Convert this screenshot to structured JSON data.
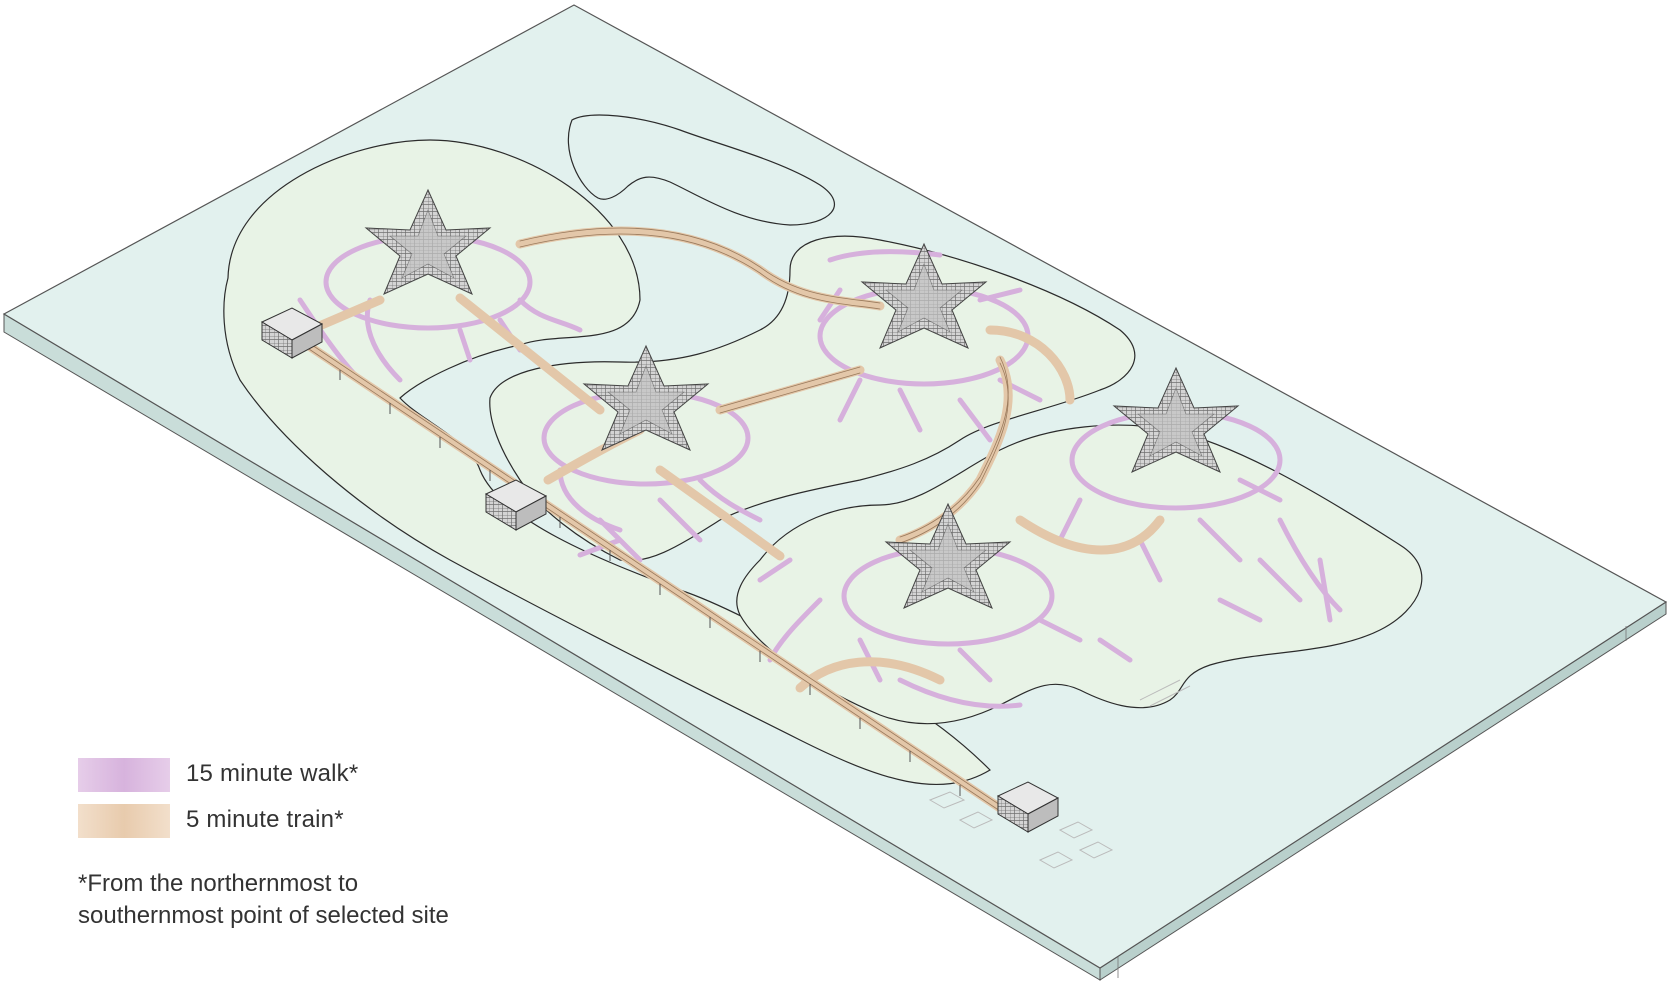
{
  "legend": {
    "items": [
      {
        "label": "15 minute walk*",
        "color": "#d9b9de"
      },
      {
        "label": "5 minute train*",
        "color": "#ebcfb4"
      }
    ],
    "note_line1": "*From the northernmost to",
    "note_line2": "southernmost point of selected site"
  },
  "colors": {
    "platform_top": "#e3f1ee",
    "platform_side": "#c7dcd8",
    "land": "#e9f3e7",
    "water": "#dff0ee",
    "walk_path": "#d7b1dd",
    "train_track": "#e2c6a8",
    "outline": "#2b2b2b",
    "building": "#a8a8a8"
  }
}
